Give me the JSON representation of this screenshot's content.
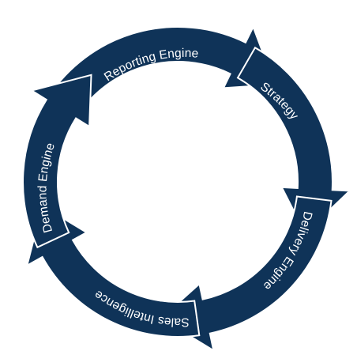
{
  "diagram": {
    "colors": {
      "segment_fill": "#0f3358",
      "segment_outline": "#ffffff",
      "label_color": "#ffffff",
      "background": "#ffffff"
    },
    "segments": [
      {
        "label": "Reporting Engine"
      },
      {
        "label": "Strategy"
      },
      {
        "label": "Delivery Engine"
      },
      {
        "label": "Sales Intelligence"
      },
      {
        "label": "Demand Engine"
      }
    ]
  }
}
